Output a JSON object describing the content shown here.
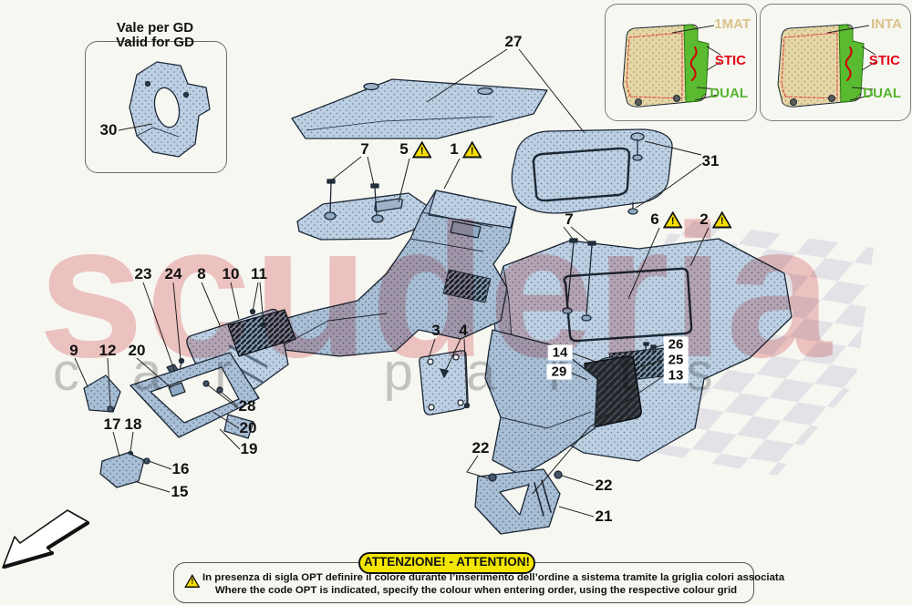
{
  "watermark": {
    "line1": "scuderia",
    "line2": "car parts"
  },
  "gd_box": {
    "title_line1": "Vale per GD",
    "title_line2": "Valid for GD"
  },
  "insets": {
    "left": {
      "l1": "1MAT",
      "l2": "STIC",
      "l3": "DUAL"
    },
    "right": {
      "l1": "INTA",
      "l2": "STIC",
      "l3": "DUAL"
    }
  },
  "warn_mark": "!",
  "colors": {
    "mat_blue": "#b9cce0",
    "mat_tan": "#e5d7a8",
    "stripe_green": "#5abb31",
    "label_tan": "#d9c389",
    "label_red": "#e30613",
    "label_green": "#55b42c",
    "warning_yellow": "#f7df00",
    "watermark_pink": "#e07878"
  },
  "callouts": {
    "c27": "27",
    "c7a": "7",
    "c5": "5",
    "c1": "1",
    "c31": "31",
    "c7b": "7",
    "c6": "6",
    "c2": "2",
    "c30": "30",
    "c23": "23",
    "c24": "24",
    "c8": "8",
    "c10": "10",
    "c11": "11",
    "c9": "9",
    "c12": "12",
    "c20a": "20",
    "c3": "3",
    "c4": "4",
    "c14": "14",
    "c29": "29",
    "c26": "26",
    "c25": "25",
    "c13": "13",
    "c28": "28",
    "c20b": "20",
    "c19": "19",
    "c17": "17",
    "c18": "18",
    "c16": "16",
    "c15": "15",
    "c22a": "22",
    "c22b": "22",
    "c21": "21"
  },
  "banner": {
    "title": "ATTENZIONE! - ATTENTION!",
    "line_it": "In presenza di sigla OPT definire il colore durante l’inserimento dell’ordine a sistema tramite la griglia colori associata",
    "line_en": "Where the code OPT is indicated, specify the colour when entering order, using the respective colour grid"
  }
}
